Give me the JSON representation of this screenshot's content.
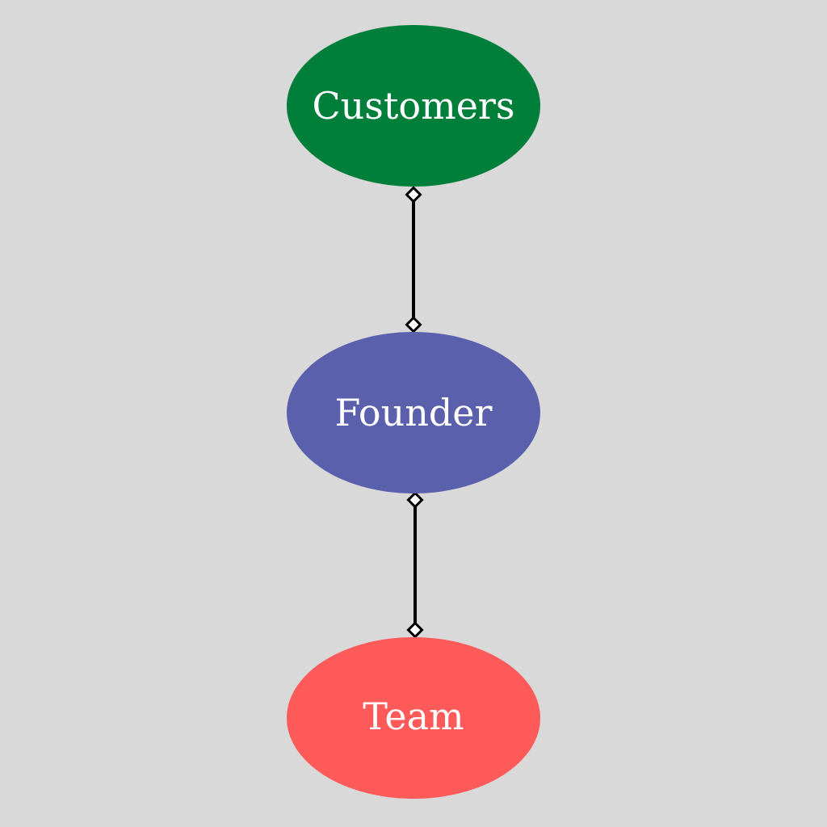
{
  "nodes": [
    {
      "id": "customers",
      "label": "Customers",
      "color": "#007f3b"
    },
    {
      "id": "founder",
      "label": "Founder",
      "color": "#5b60ad"
    },
    {
      "id": "team",
      "label": "Team",
      "color": "#ff5a5a"
    }
  ],
  "edges": [
    {
      "from": "customers",
      "to": "founder",
      "end_markers": "diamond"
    },
    {
      "from": "founder",
      "to": "team",
      "end_markers": "diamond"
    }
  ],
  "colors": {
    "background": "#d9d9d9",
    "connector": "#000000"
  }
}
